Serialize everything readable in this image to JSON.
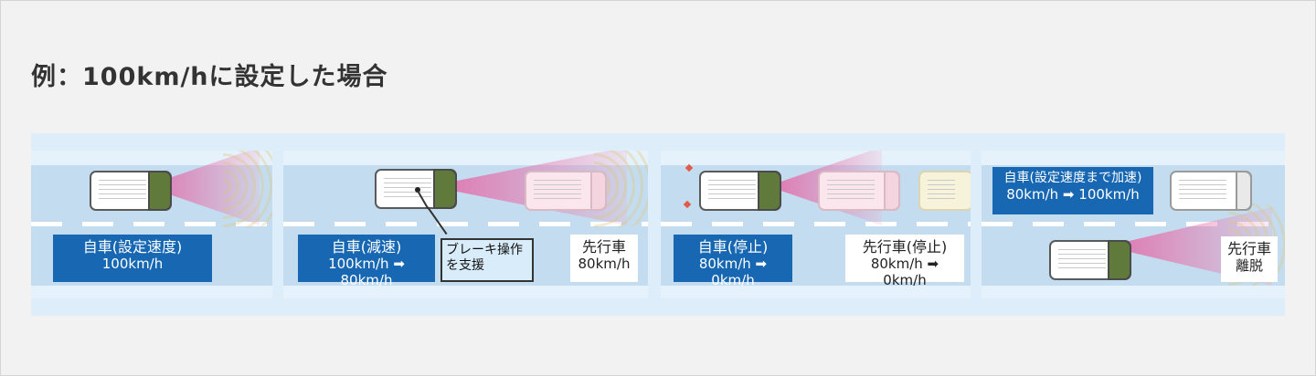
{
  "heading": "例：100km/hに設定した場合",
  "panels": [
    {
      "own_car": {
        "title": "自車(設定速度)",
        "speed": "100km/h"
      }
    },
    {
      "own_car": {
        "title": "自車(減速)",
        "speed": "100km/h ➡ 80km/h"
      },
      "assist": {
        "line1": "ブレーキ操作",
        "line2": "を支援"
      },
      "lead_car": {
        "title": "先行車",
        "speed": "80km/h"
      }
    },
    {
      "own_car": {
        "title": "自車(停止)",
        "speed": "80km/h ➡ 0km/h"
      },
      "lead_car": {
        "title": "先行車(停止)",
        "speed": "80km/h ➡ 0km/h"
      }
    },
    {
      "own_car": {
        "title": "自車(設定速度まで加速)",
        "speed": "80km/h ➡ 100km/h"
      },
      "lead_car": {
        "title": "先行車",
        "speed": "離脱"
      }
    }
  ],
  "colors": {
    "label_blue": "#1767b2",
    "sensor_pink": "#e75ca0",
    "own_car_green": "#5f7a3a"
  }
}
